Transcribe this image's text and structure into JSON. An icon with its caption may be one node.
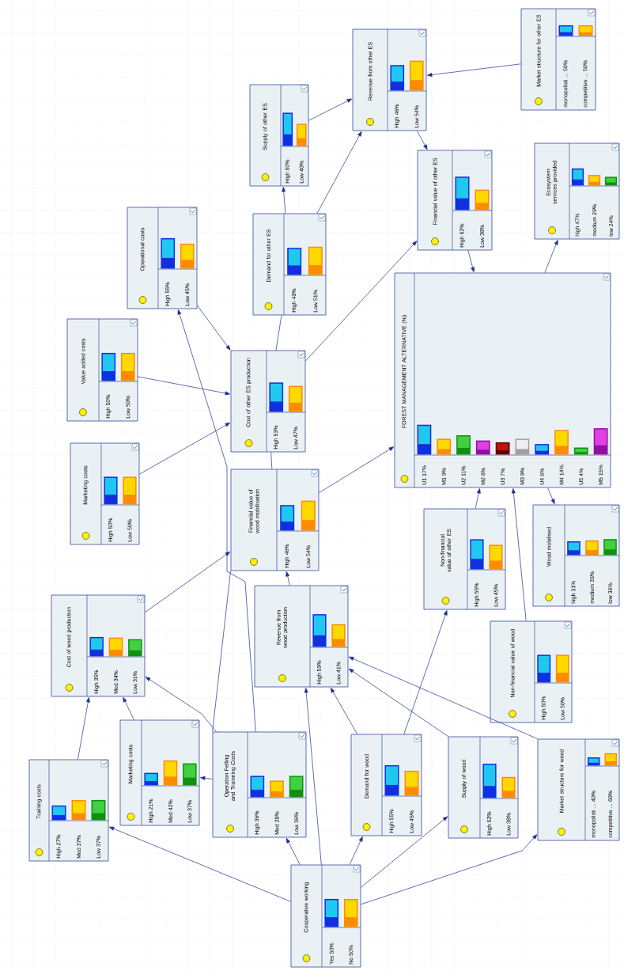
{
  "diagram": {
    "nodes": [
      {
        "text": [
          "Supply of other ES",
          "High 60%",
          "Low 40%"
        ]
      },
      {
        "text": [
          "Revenue from other ES",
          "High 46%",
          "Low 54%"
        ]
      },
      {
        "text": [
          "Market structure for other ES",
          "monopolisti ... 50%",
          "competitive ... 50%"
        ]
      },
      {
        "text": [
          "Operational costs",
          "High 55%",
          "Low 45%"
        ]
      },
      {
        "text": [
          "Demand for other ES",
          "High 49%",
          "Low 51%"
        ]
      },
      {
        "text": [
          "Financial value of other ES",
          "High 62%",
          "Low 38%"
        ]
      },
      {
        "text": [
          "Ecosystem services provided",
          "high 47%",
          "medium 29%",
          "low 24%"
        ]
      },
      {
        "text": [
          "Value added costs",
          "High 50%",
          "Low 50%"
        ]
      },
      {
        "text": [
          "Marketing costs",
          "High 50%",
          "Low 50%"
        ]
      },
      {
        "text": [
          "Cost of other ES production",
          "High 53%",
          "Low 47%"
        ]
      },
      {
        "text": [
          "Financial value of wood mobilisation",
          "High 46%",
          "Low 54%"
        ]
      },
      {
        "text": [
          "FOREST MANAGEMENT ALTERNATIVE (%)",
          "U1 17%",
          "M1 9%",
          "U2 11%",
          "M2 8%",
          "U3 7%",
          "M3 9%",
          "U4 6%",
          "M4 14%",
          "U5 4%",
          "M5 15%"
        ]
      },
      {
        "text": [
          "Cost of wood production",
          "High 35%",
          "Med 34%",
          "Low 31%"
        ]
      },
      {
        "text": [
          "Revenue from wood production",
          "High 59%",
          "Low 41%"
        ]
      },
      {
        "text": [
          "Non-financial value of other ES",
          "High 55%",
          "Low 45%"
        ]
      },
      {
        "text": [
          "Wood mobilised",
          "high 31%",
          "medium 33%",
          "low 36%"
        ]
      },
      {
        "text": [
          "Non-financial value of wood",
          "High 50%",
          "Low 50%"
        ]
      },
      {
        "text": [
          "Training costs",
          "High 27%",
          "Med 37%",
          "Low 37%"
        ]
      },
      {
        "text": [
          "Marketing costs",
          "High 21%",
          "Med 42%",
          "Low 37%"
        ]
      },
      {
        "text": [
          "Operation Felling and Trainning Costs",
          "High 36%",
          "Med 28%",
          "Low 36%"
        ]
      },
      {
        "text": [
          "Demand for wood",
          "High 55%",
          "Low 45%"
        ]
      },
      {
        "text": [
          "Supply of wood",
          "High 62%",
          "Low 38%"
        ]
      },
      {
        "text": [
          "Market structure for wood",
          "monopolisti ... 40%",
          "competitive ... 60%"
        ]
      },
      {
        "text": [
          "Cooperative working",
          "Yes 50%",
          "No 50%"
        ]
      }
    ],
    "edges": [
      {
        "from": 4,
        "to": 0,
        "arrow": "to"
      },
      {
        "from": 0,
        "to": 1,
        "arrow": "to"
      },
      {
        "from": 4,
        "to": 1,
        "arrow": "to"
      },
      {
        "from": 2,
        "to": 1,
        "arrow": "to"
      },
      {
        "from": 1,
        "to": 5,
        "arrow": "to"
      },
      {
        "from": 9,
        "to": 5,
        "arrow": "to"
      },
      {
        "from": 4,
        "to": 9,
        "arrow": "none"
      },
      {
        "from": 10,
        "to": 9,
        "arrow": "none"
      },
      {
        "from": 3,
        "to": 9,
        "arrow": "to"
      },
      {
        "from": 7,
        "to": 9,
        "arrow": "to"
      },
      {
        "from": 8,
        "to": 9,
        "arrow": "to"
      },
      {
        "from": 19,
        "to": 3,
        "arrow": "to"
      },
      {
        "from": 10,
        "to": 11,
        "arrow": "to"
      },
      {
        "from": 5,
        "to": 11,
        "arrow": "to"
      },
      {
        "from": 11,
        "to": 6,
        "arrow": "to"
      },
      {
        "from": 11,
        "to": 15,
        "arrow": "to"
      },
      {
        "from": 14,
        "to": 11,
        "arrow": "to"
      },
      {
        "from": 16,
        "to": 11,
        "arrow": "to"
      },
      {
        "from": 12,
        "to": 10,
        "arrow": "to"
      },
      {
        "from": 13,
        "to": 10,
        "arrow": "to"
      },
      {
        "from": 19,
        "to": 10,
        "arrow": "none"
      },
      {
        "from": 17,
        "to": 12,
        "arrow": "to"
      },
      {
        "from": 18,
        "to": 12,
        "arrow": "to"
      },
      {
        "from": 19,
        "to": 12,
        "arrow": "to"
      },
      {
        "from": 19,
        "to": 18,
        "arrow": "to"
      },
      {
        "from": 23,
        "to": 17,
        "arrow": "to"
      },
      {
        "from": 23,
        "to": 19,
        "arrow": "to"
      },
      {
        "from": 23,
        "to": 20,
        "arrow": "to"
      },
      {
        "from": 23,
        "to": 21,
        "arrow": "to"
      },
      {
        "from": 23,
        "to": 13,
        "arrow": "to"
      },
      {
        "from": 23,
        "to": 22,
        "arrow": "to"
      },
      {
        "from": 20,
        "to": 13,
        "arrow": "to"
      },
      {
        "from": 21,
        "to": 13,
        "arrow": "to"
      },
      {
        "from": 22,
        "to": 13,
        "arrow": "to"
      },
      {
        "from": 20,
        "to": 14,
        "arrow": "to"
      }
    ]
  }
}
